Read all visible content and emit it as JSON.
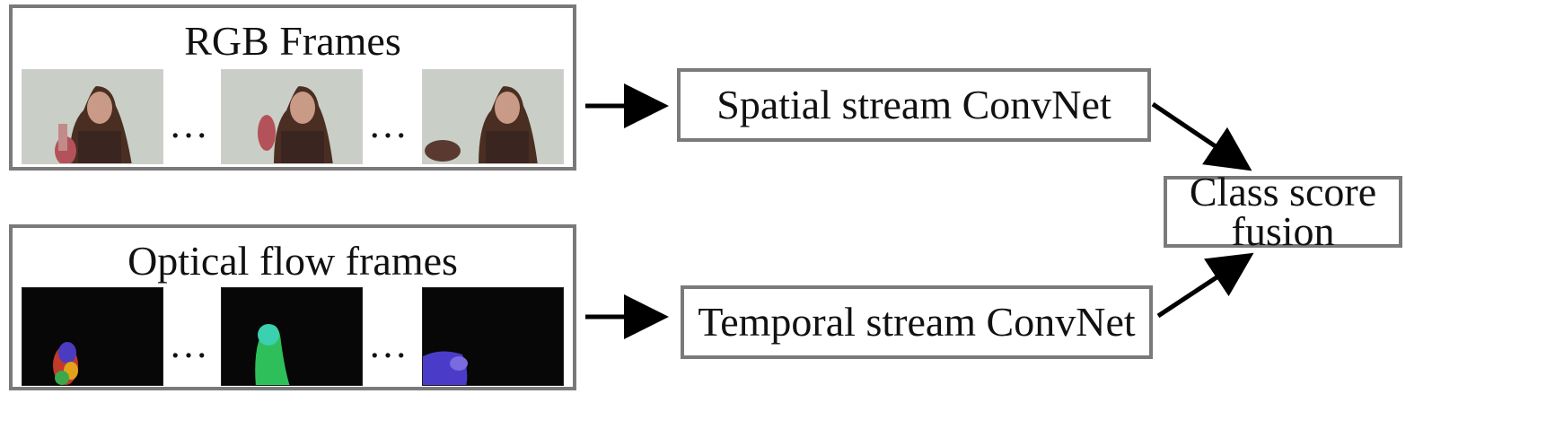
{
  "rgb_panel": {
    "title": "RGB Frames",
    "dots": "…"
  },
  "flow_panel": {
    "title": "Optical flow frames",
    "dots": "…"
  },
  "spatial_box": {
    "label": "Spatial stream ConvNet"
  },
  "temporal_box": {
    "label": "Temporal stream ConvNet"
  },
  "fusion_box": {
    "line1": "Class score",
    "line2": "fusion"
  }
}
